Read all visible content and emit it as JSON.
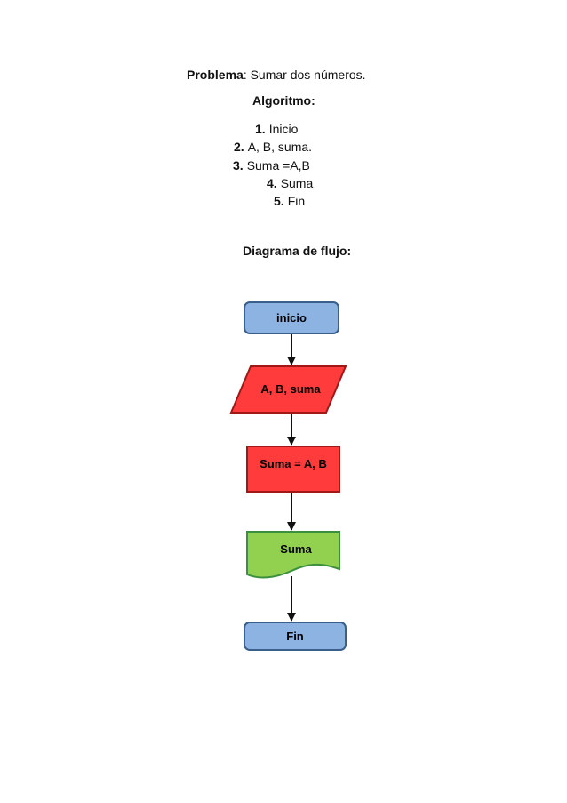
{
  "problem": {
    "label": "Problema",
    "text": ": Sumar dos números."
  },
  "algorithm": {
    "heading": "Algoritmo:",
    "steps": [
      {
        "num": "1.",
        "text": "Inicio"
      },
      {
        "num": "2.",
        "text": "A, B, suma."
      },
      {
        "num": "3.",
        "text": "Suma =A,B"
      },
      {
        "num": "4.",
        "text": "Suma"
      },
      {
        "num": "5.",
        "text": "Fin"
      }
    ]
  },
  "flow": {
    "heading": "Diagrama de flujo:",
    "nodes": [
      {
        "id": "start",
        "shape": "terminal",
        "label": "inicio",
        "fill": "#8DB3E2",
        "stroke": "#3A5F8A"
      },
      {
        "id": "input",
        "shape": "parallelogram",
        "label": "A, B, suma",
        "fill": "#FF3B3B",
        "stroke": "#A01818"
      },
      {
        "id": "process",
        "shape": "rectangle",
        "label": "Suma = A, B",
        "fill": "#FF3B3B",
        "stroke": "#A01818"
      },
      {
        "id": "output",
        "shape": "document",
        "label": "Suma",
        "fill": "#92D050",
        "stroke": "#3C8F3C"
      },
      {
        "id": "end",
        "shape": "terminal",
        "label": "Fin",
        "fill": "#8DB3E2",
        "stroke": "#3A5F8A"
      }
    ],
    "edges": [
      {
        "from": "start",
        "to": "input"
      },
      {
        "from": "input",
        "to": "process"
      },
      {
        "from": "process",
        "to": "output"
      },
      {
        "from": "output",
        "to": "end"
      }
    ]
  }
}
